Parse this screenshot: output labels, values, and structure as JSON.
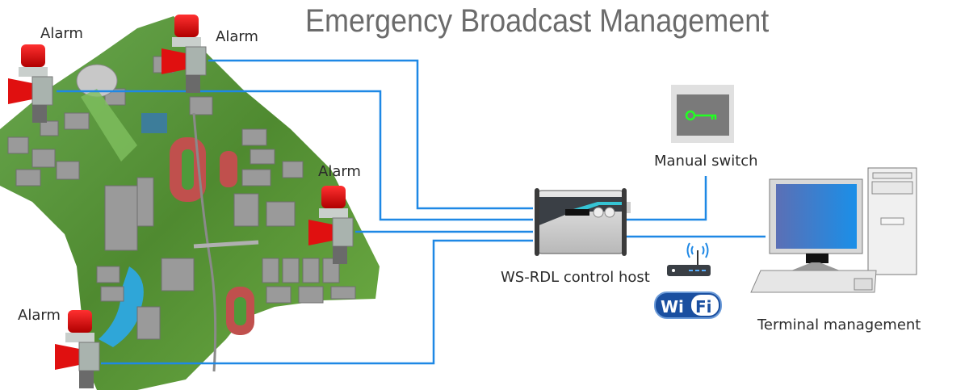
{
  "title": "Emergency Broadcast Management",
  "nodes": {
    "alarms": [
      {
        "label": "Alarm",
        "position": "top-left"
      },
      {
        "label": "Alarm",
        "position": "top-center"
      },
      {
        "label": "Alarm",
        "position": "right-edge"
      },
      {
        "label": "Alarm",
        "position": "bottom-left"
      }
    ],
    "control_host": {
      "label": "WS-RDL control host"
    },
    "manual_switch": {
      "label": "Manual switch"
    },
    "terminal": {
      "label": "Terminal management"
    },
    "wifi": {
      "label_left": "Wi",
      "label_right": "Fi"
    }
  },
  "colors": {
    "line": "#1e88e5",
    "title": "#6b6b6b",
    "key": "#22ff22",
    "alarm_red": "#e01010",
    "map_green": "#5a9a3a"
  }
}
